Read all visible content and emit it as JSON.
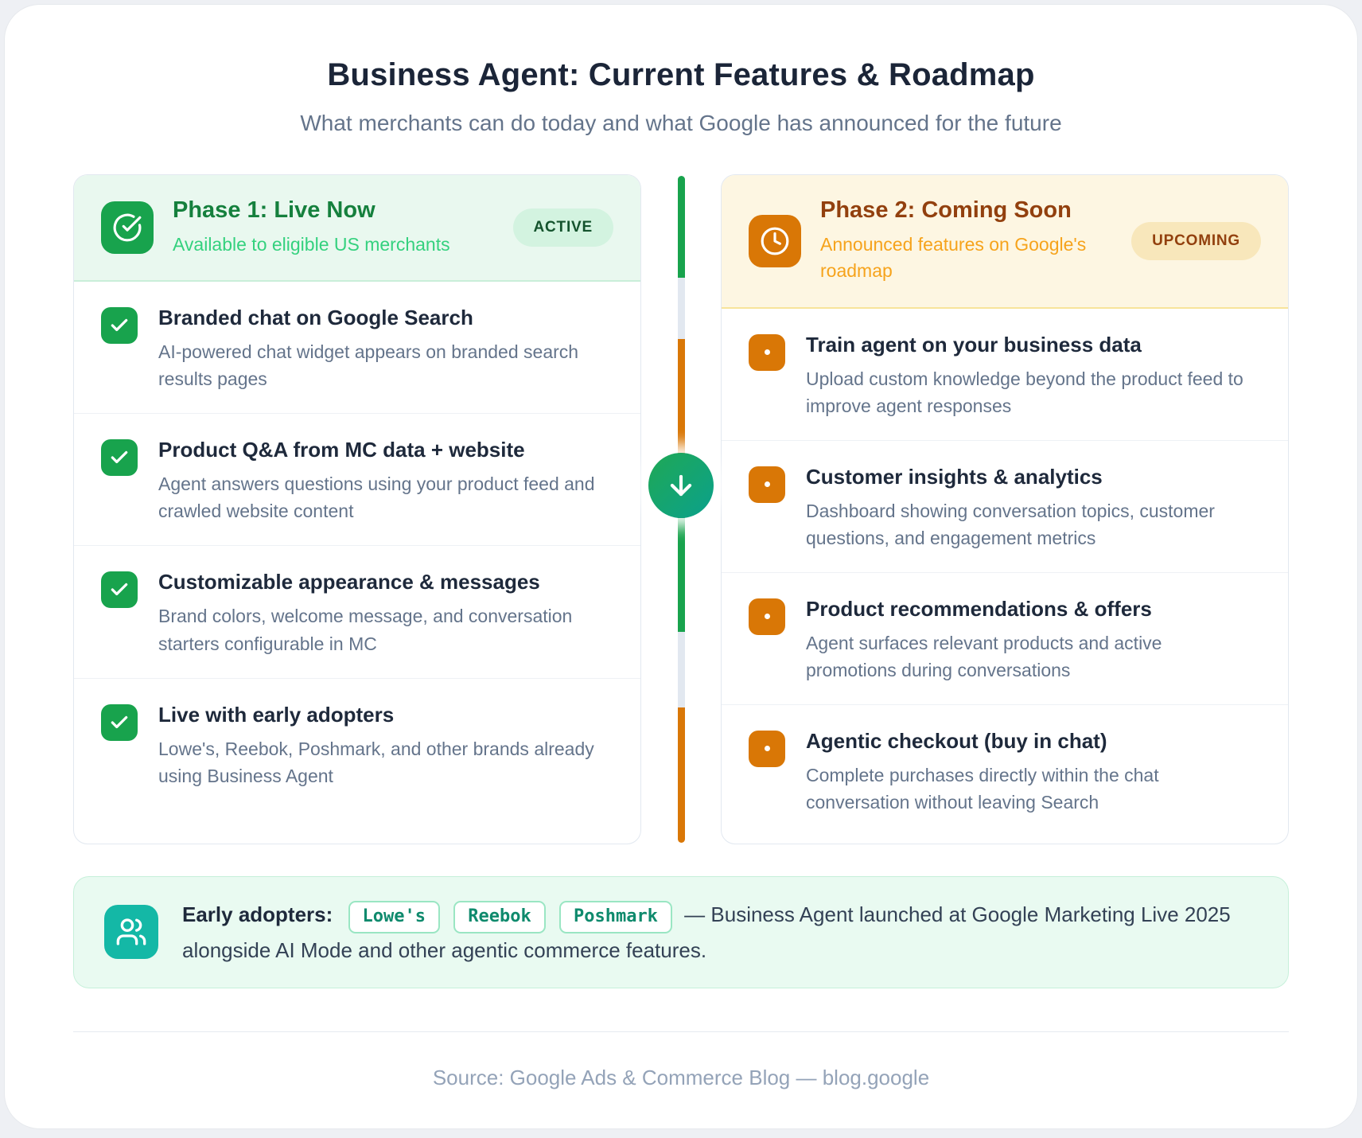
{
  "header": {
    "title": "Business Agent: Current Features & Roadmap",
    "subtitle": "What merchants can do today and what Google has announced for the future"
  },
  "phase1": {
    "title": "Phase 1: Live Now",
    "subtitle": "Available to eligible US merchants",
    "badge": "ACTIVE",
    "icon": "check-circle-icon",
    "features": [
      {
        "title": "Branded chat on Google Search",
        "description": "AI-powered chat widget appears on branded search results pages"
      },
      {
        "title": "Product Q&A from MC data + website",
        "description": "Agent answers questions using your product feed and crawled website content"
      },
      {
        "title": "Customizable appearance & messages",
        "description": "Brand colors, welcome message, and conversation starters configurable in MC"
      },
      {
        "title": "Live with early adopters",
        "description": "Lowe's, Reebok, Poshmark, and other brands already using Business Agent"
      }
    ]
  },
  "phase2": {
    "title": "Phase 2: Coming Soon",
    "subtitle": "Announced features on Google's roadmap",
    "badge": "UPCOMING",
    "icon": "clock-icon",
    "features": [
      {
        "title": "Train agent on your business data",
        "description": "Upload custom knowledge beyond the product feed to improve agent responses"
      },
      {
        "title": "Customer insights & analytics",
        "description": "Dashboard showing conversation topics, customer questions, and engagement metrics"
      },
      {
        "title": "Product recommendations & offers",
        "description": "Agent surfaces relevant products and active promotions during conversations"
      },
      {
        "title": "Agentic checkout (buy in chat)",
        "description": "Complete purchases directly within the chat conversation without leaving Search"
      }
    ]
  },
  "timeline": {
    "arrow_icon": "arrow-down-icon",
    "segment_colors": [
      "#18a34d",
      "#e2e8f0",
      "#d97706",
      "#18a34d",
      "#e2e8f0",
      "#d97706"
    ]
  },
  "early_adopters": {
    "icon": "users-icon",
    "label": "Early adopters:",
    "brands": [
      "Lowe's",
      "Reebok",
      "Poshmark"
    ],
    "text": "— Business Agent launched at Google Marketing Live 2025 alongside AI Mode and other agentic commerce features."
  },
  "footer": {
    "source": "Source: Google Ads & Commerce Blog — blog.google"
  },
  "colors": {
    "green": "#18a34d",
    "green_dark": "#15803d",
    "green_light": "#34d17e",
    "green_bg": "#e9f8ef",
    "orange": "#d97706",
    "orange_dark": "#92400e",
    "orange_light": "#f6a31c",
    "orange_bg": "#fdf6e2",
    "teal": "#14b8a6",
    "strip_bg": "#e9faf1",
    "title": "#1b2538",
    "muted": "#64748b"
  }
}
